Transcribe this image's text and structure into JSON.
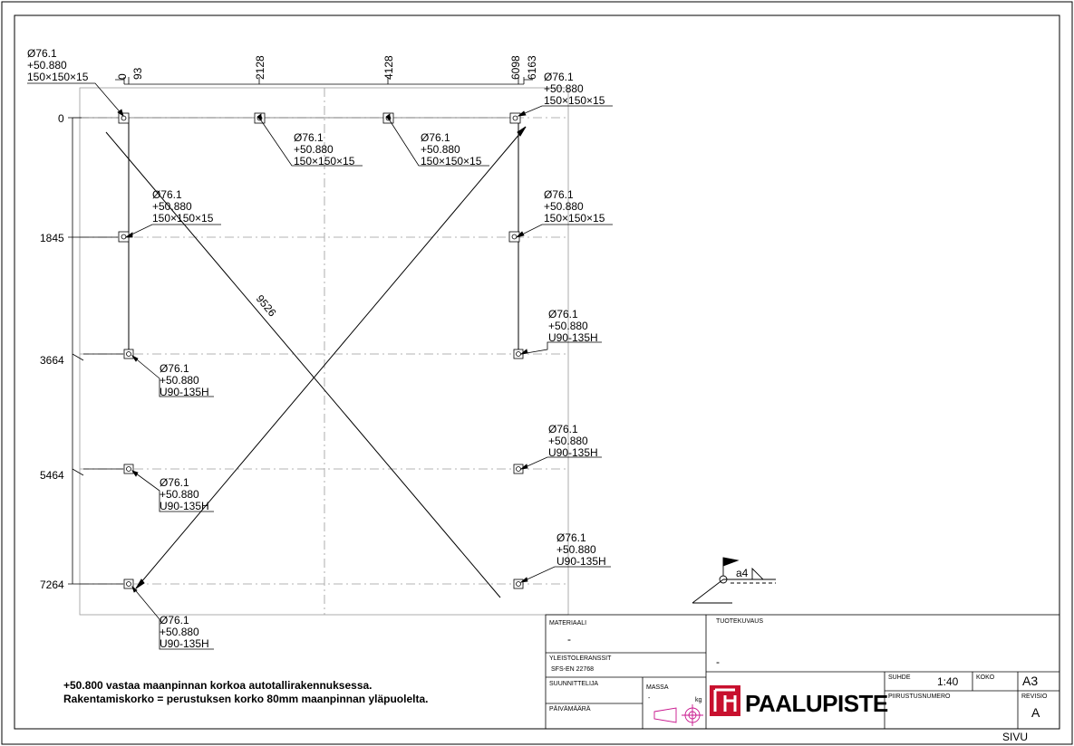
{
  "dimensions": {
    "x": [
      "0",
      "93",
      "2128",
      "4128",
      "6098",
      "6163"
    ],
    "y": [
      "0",
      "1845",
      "3664",
      "5464",
      "7264"
    ],
    "diagonal": "9526"
  },
  "callouts": [
    {
      "dia": "Ø76.1",
      "elev": "+50.880",
      "spec": "150×150×15"
    },
    {
      "dia": "Ø76.1",
      "elev": "+50.880",
      "spec": "150×150×15"
    },
    {
      "dia": "Ø76.1",
      "elev": "+50.880",
      "spec": "150×150×15"
    },
    {
      "dia": "Ø76.1",
      "elev": "+50.880",
      "spec": "150×150×15"
    },
    {
      "dia": "Ø76.1",
      "elev": "+50.880",
      "spec": "150×150×15"
    },
    {
      "dia": "Ø76.1",
      "elev": "+50.880",
      "spec": "150×150×15"
    },
    {
      "dia": "Ø76.1",
      "elev": "+50.880",
      "spec": "U90-135H"
    },
    {
      "dia": "Ø76.1",
      "elev": "+50.880",
      "spec": "U90-135H"
    },
    {
      "dia": "Ø76.1",
      "elev": "+50.880",
      "spec": "U90-135H"
    },
    {
      "dia": "Ø76.1",
      "elev": "+50.880",
      "spec": "U90-135H"
    },
    {
      "dia": "Ø76.1",
      "elev": "+50.880",
      "spec": "U90-135H"
    },
    {
      "dia": "Ø76.1",
      "elev": "+50.880",
      "spec": "U90-135H"
    }
  ],
  "weld_symbol": "a4",
  "notes": [
    "+50.800 vastaa maanpinnan korkoa autotallirakennuksessa.",
    "Rakentamiskorko = perustuksen korko 80mm maanpinnan yläpuolelta."
  ],
  "title_block": {
    "materiaali_label": "MATERIAALI",
    "materiaali_value": "-",
    "tuotekuvaus_label": "TUOTEKUVAUS",
    "tuotekuvaus_value": "-",
    "yleistoleranssit_label": "YLEISTOLERANSSIT",
    "yleistoleranssit_value": "SFS-EN 22768",
    "suunnittelija_label": "SUUNNITTELIJA",
    "paivamaara_label": "PÄIVÄMÄÄRÄ",
    "massa_label": "MASSA",
    "massa_value": "-",
    "massa_unit": "kg",
    "suhde_label": "SUHDE",
    "suhde_value": "1:40",
    "koko_label": "KOKO",
    "koko_value": "A3",
    "piirustusnumero_label": "PIIRUSTUSNUMERO",
    "revisio_label": "REVISIO",
    "revisio_value": "A",
    "logo_text": "PAALUPISTE",
    "sivu_label": "SIVU"
  },
  "colors": {
    "logo_red": "#c8102e",
    "projection_symbol": "#c8148c",
    "line": "#000000",
    "centerline": "#9a9a9a"
  }
}
